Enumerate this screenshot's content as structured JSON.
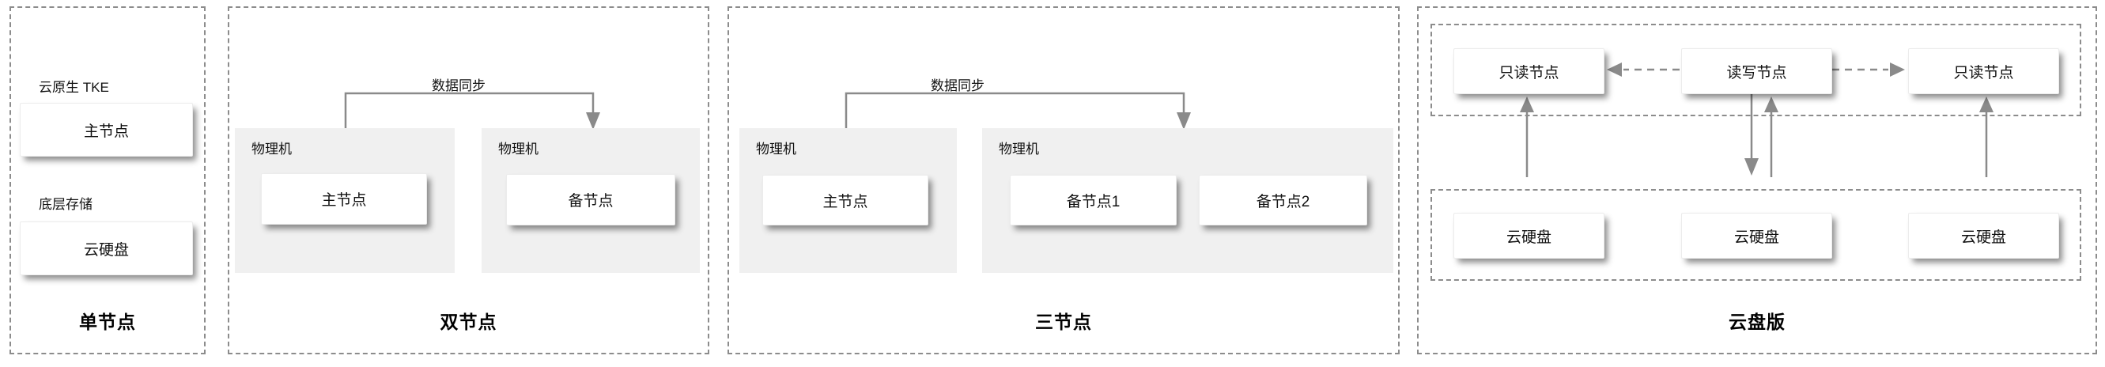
{
  "panels": [
    {
      "title": "单节点",
      "layer_labels": [
        "云原生 TKE",
        "底层存储"
      ],
      "nodes": [
        "主节点",
        "云硬盘"
      ]
    },
    {
      "title": "双节点",
      "sync_label": "数据同步",
      "hosts": [
        {
          "label": "物理机",
          "nodes": [
            "主节点"
          ]
        },
        {
          "label": "物理机",
          "nodes": [
            "备节点"
          ]
        }
      ]
    },
    {
      "title": "三节点",
      "sync_label": "数据同步",
      "hosts": [
        {
          "label": "物理机",
          "nodes": [
            "主节点"
          ]
        },
        {
          "label": "物理机",
          "nodes": [
            "备节点1",
            "备节点2"
          ]
        }
      ]
    },
    {
      "title": "云盘版",
      "compute_nodes": [
        "只读节点",
        "读写节点",
        "只读节点"
      ],
      "disk_nodes": [
        "云硬盘",
        "云硬盘",
        "云硬盘"
      ]
    }
  ],
  "colors": {
    "dashed_border": "#8c8c8c",
    "host_background": "#f0f0f0",
    "node_background": "#ffffff",
    "arrow": "#8a8a8a",
    "text": "#111111"
  }
}
